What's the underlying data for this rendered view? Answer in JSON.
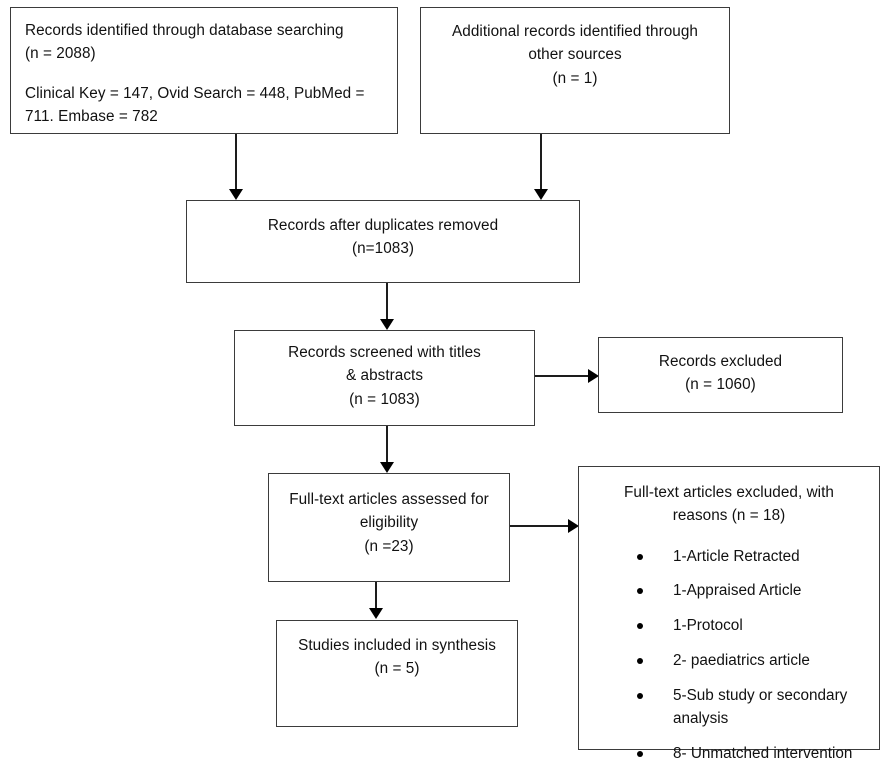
{
  "diagram": {
    "title": "PRISMA study selection flow diagram",
    "type": "flowchart",
    "boxes": {
      "database_search": {
        "line1": "Records identified through database searching",
        "line2": "(n = 2088)",
        "line3": "Clinical Key = 147, Ovid Search = 448, PubMed =",
        "line4": "711. Embase = 782"
      },
      "other_sources": {
        "line1": "Additional records identified through",
        "line2": "other sources",
        "line3": "(n = 1)"
      },
      "duplicates_removed": {
        "line1": "Records after duplicates removed",
        "line2": "(n=1083)"
      },
      "records_screened": {
        "line1": "Records screened with titles",
        "line2": "& abstracts",
        "line3": "(n = 1083)"
      },
      "records_excluded": {
        "line1": "Records excluded",
        "line2": "(n = 1060)"
      },
      "fulltext_assessed": {
        "line1": "Full-text articles assessed for",
        "line2": "eligibility",
        "line3": "(n =23)"
      },
      "fulltext_excluded": {
        "line1": "Full-text articles excluded, with",
        "line2": "reasons (n = 18)",
        "reasons": [
          "1-Article Retracted",
          "1-Appraised Article",
          "1-Protocol",
          "2- paediatrics article",
          "5-Sub study or secondary analysis",
          "8- Unmatched intervention"
        ]
      },
      "studies_included": {
        "line1": "Studies included in synthesis",
        "line2": "(n = 5)"
      }
    },
    "colors": {
      "box_border": "#3b3b3b",
      "connector": "#1d1d1d",
      "text": "#111111",
      "background": "#ffffff"
    }
  }
}
